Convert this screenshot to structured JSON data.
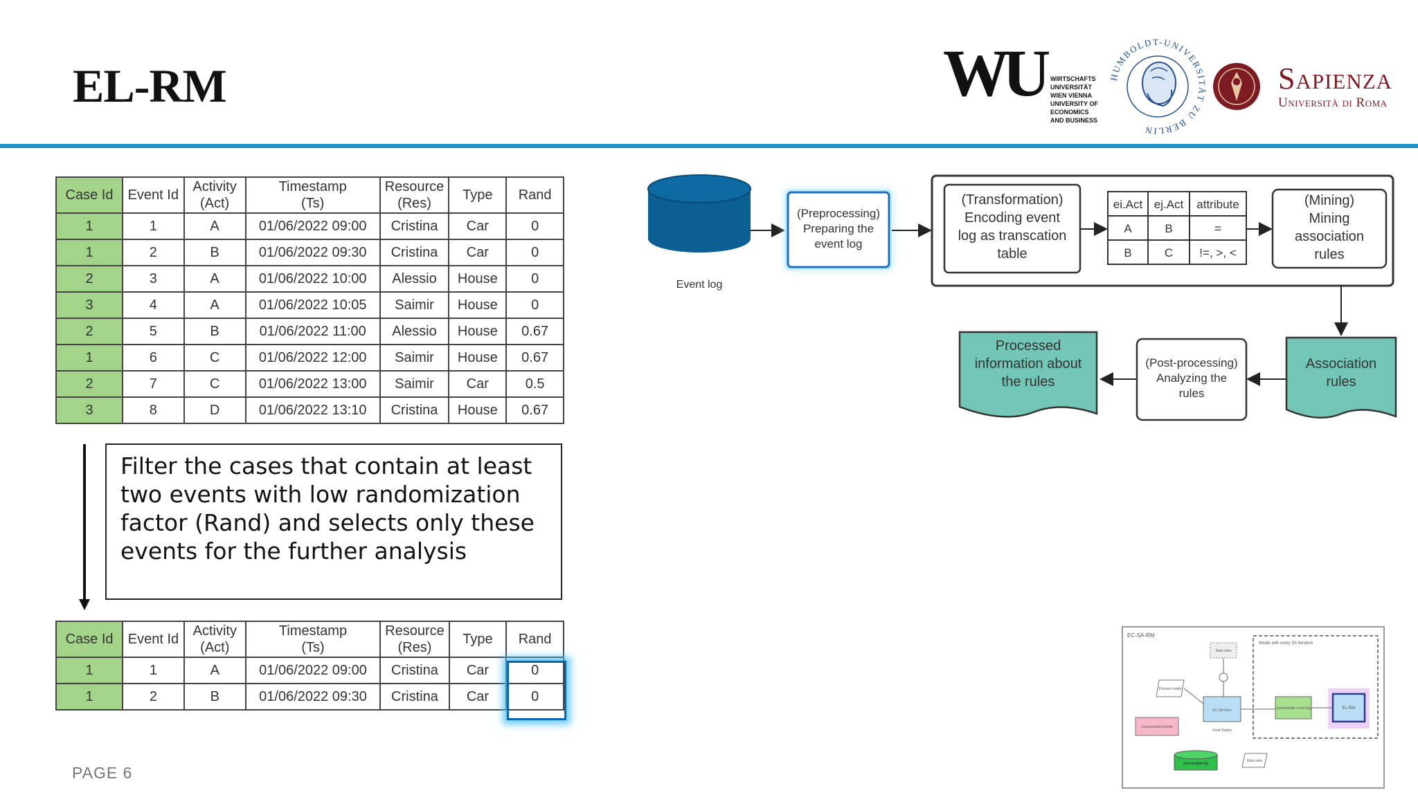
{
  "slide": {
    "title": "EL-RM",
    "page_label": "PAGE 6"
  },
  "logos": {
    "wu": {
      "mark": "WU",
      "text_lines": [
        "WIRTSCHAFTS",
        "UNIVERSITÄT",
        "WIEN VIENNA",
        "UNIVERSITY OF",
        "ECONOMICS",
        "AND BUSINESS"
      ]
    },
    "humboldt": {
      "text": "HUMBOLDT-UNIVERSITÄT ZU BERLIN"
    },
    "sapienza": {
      "name": "Sapienza",
      "subtitle": "Università di Roma",
      "color": "#7d1b24"
    }
  },
  "table_headers": [
    "Case Id",
    "Event Id",
    "Activity (Act)",
    "Timestamp (Ts)",
    "Resource (Res)",
    "Type",
    "Rand"
  ],
  "table_top_rows": [
    [
      "1",
      "1",
      "A",
      "01/06/2022 09:00",
      "Cristina",
      "Car",
      "0"
    ],
    [
      "1",
      "2",
      "B",
      "01/06/2022 09:30",
      "Cristina",
      "Car",
      "0"
    ],
    [
      "2",
      "3",
      "A",
      "01/06/2022 10:00",
      "Alessio",
      "House",
      "0"
    ],
    [
      "3",
      "4",
      "A",
      "01/06/2022 10:05",
      "Saimir",
      "House",
      "0"
    ],
    [
      "2",
      "5",
      "B",
      "01/06/2022 11:00",
      "Alessio",
      "House",
      "0.67"
    ],
    [
      "1",
      "6",
      "C",
      "01/06/2022 12:00",
      "Saimir",
      "House",
      "0.67"
    ],
    [
      "2",
      "7",
      "C",
      "01/06/2022 13:00",
      "Saimir",
      "Car",
      "0.5"
    ],
    [
      "3",
      "8",
      "D",
      "01/06/2022 13:10",
      "Cristina",
      "House",
      "0.67"
    ]
  ],
  "table_bottom_rows": [
    [
      "1",
      "1",
      "A",
      "01/06/2022 09:00",
      "Cristina",
      "Car",
      "0"
    ],
    [
      "1",
      "2",
      "B",
      "01/06/2022 09:30",
      "Cristina",
      "Car",
      "0"
    ]
  ],
  "filter_text": "Filter the cases that contain at least two events with low randomization factor (Rand) and selects only these events for the further analysis",
  "diagram": {
    "event_log_label": "Event log",
    "preprocessing": [
      "(Preprocessing)",
      "Preparing the",
      "event log"
    ],
    "transformation": [
      "(Transformation)",
      "Encoding event",
      "log as transcation",
      "table"
    ],
    "mini_table": {
      "headers": [
        "ei.Act",
        "ej.Act",
        "attribute"
      ],
      "rows": [
        [
          "A",
          "B",
          "="
        ],
        [
          "B",
          "C",
          "!=, >, <"
        ]
      ]
    },
    "mining": [
      "(Mining)",
      "Mining",
      "association",
      "rules"
    ],
    "association_rules": [
      "Association",
      "rules"
    ],
    "post_processing": [
      "(Post-processing)",
      "Analyzing the",
      "rules"
    ],
    "processed_info": [
      "Processed",
      "information about",
      "the rules"
    ]
  },
  "thumbnail": {
    "title": "EC-SA-RM",
    "loop_label": "Iterate with every SA iteration",
    "nodes": [
      "Data rules",
      "Process model",
      "EC-SA Core",
      "Intermediate event log",
      "EL-RM",
      "Final Output",
      "Unsuccessful events",
      "Intermediate log",
      "Data rules"
    ]
  },
  "colors": {
    "accent_blue": "#1a8fc4",
    "cylinder": "#0b5f93",
    "teal": "#73c6b6",
    "case_green": "#a3d48a"
  }
}
